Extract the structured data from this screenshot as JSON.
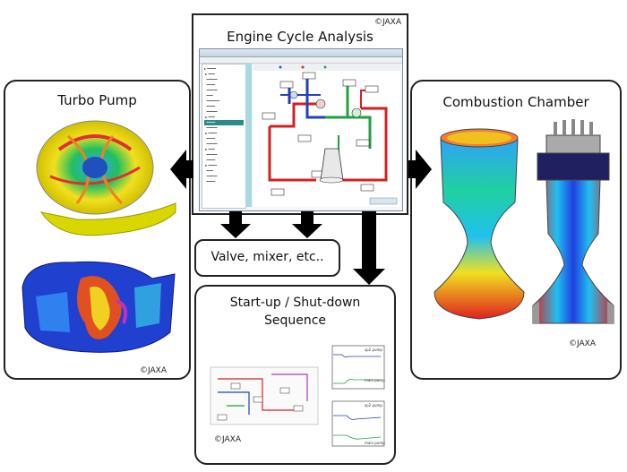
{
  "engine_cycle": {
    "title": "Engine Cycle Analysis",
    "copyright": "©JAXA"
  },
  "turbo_pump": {
    "title": "Turbo Pump",
    "copyright": "©JAXA"
  },
  "combustion_chamber": {
    "title": "Combustion Chamber",
    "copyright": "©JAXA"
  },
  "valve_box": {
    "label": "Valve, mixer, etc.."
  },
  "sequence": {
    "title_line1": "Start-up / Shut-down",
    "title_line2": "Sequence",
    "copyright": "©JAXA",
    "plot_top_legend": [
      "sp2 pump",
      "main pump"
    ],
    "plot_bottom_legend": [
      "sp2 pump",
      "main pump"
    ]
  },
  "colors": {
    "arrow": "#000000",
    "red_line": "#d42020",
    "blue_line": "#2040c0",
    "green_line": "#20a040",
    "sidebar_bg": "#a8d8e0"
  }
}
